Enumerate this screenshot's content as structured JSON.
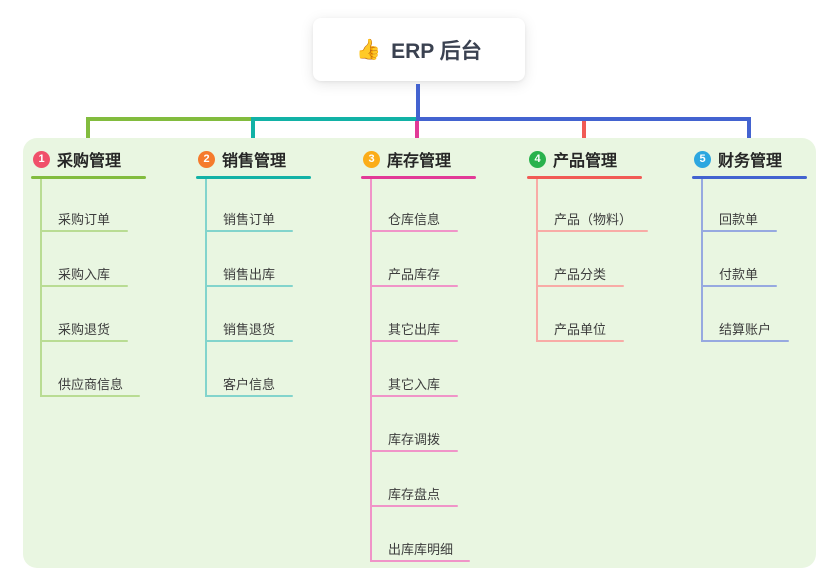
{
  "root": {
    "title": "ERP 后台",
    "icon": "thumbs-up-icon",
    "icon_glyph": "👍"
  },
  "branches": [
    {
      "id": "purchase",
      "number": "1",
      "title": "采购管理",
      "badge_color": "#f0506a",
      "line_color": "#82bc3e",
      "item_line_color": "#b9dc93",
      "items": [
        "采购订单",
        "采购入库",
        "采购退货",
        "供应商信息"
      ]
    },
    {
      "id": "sales",
      "number": "2",
      "title": "销售管理",
      "badge_color": "#f57b2c",
      "line_color": "#12b2a6",
      "item_line_color": "#82d4cc",
      "items": [
        "销售订单",
        "销售出库",
        "销售退货",
        "客户信息"
      ]
    },
    {
      "id": "inventory",
      "number": "3",
      "title": "库存管理",
      "badge_color": "#fbad18",
      "line_color": "#e23a97",
      "item_line_color": "#f094c8",
      "items": [
        "仓库信息",
        "产品库存",
        "其它出库",
        "其它入库",
        "库存调拨",
        "库存盘点",
        "出库库明细"
      ]
    },
    {
      "id": "product",
      "number": "4",
      "title": "产品管理",
      "badge_color": "#29b24d",
      "line_color": "#f15b55",
      "item_line_color": "#f8aba6",
      "items": [
        "产品（物料）",
        "产品分类",
        "产品单位"
      ]
    },
    {
      "id": "finance",
      "number": "5",
      "title": "财务管理",
      "badge_color": "#2da7e0",
      "line_color": "#4363d0",
      "item_line_color": "#97a9e0",
      "items": [
        "回款单",
        "付款单",
        "结算账户"
      ]
    }
  ],
  "colors": {
    "canvas_bg": "#ffffff",
    "panel_bg": "#e9f6e1",
    "root_connector": "#4363d0",
    "root_text": "#3a4150",
    "header_text": "#262626",
    "item_text": "#3d3d3d"
  }
}
